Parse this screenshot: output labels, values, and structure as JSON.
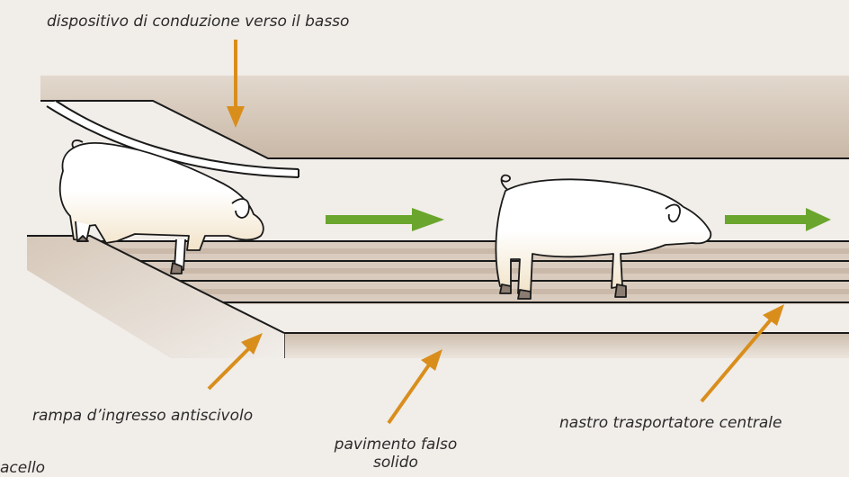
{
  "labels": {
    "downward_guide": "dispositivo di conduzione verso il basso",
    "entry_ramp": "rampa d’ingresso antiscivolo",
    "false_floor_line1": "pavimento falso",
    "false_floor_line2": "solido",
    "central_conveyor": "nastro trasportatore centrale",
    "cut_off_label": "acello"
  },
  "colors": {
    "background": "#f1ede9",
    "callout_arrow": "#d98e1c",
    "flow_arrow": "#6aa52d",
    "surface_brown": "#d2c3b3",
    "outline": "#1a1a1a",
    "pig_body": "#ffffff",
    "pig_shadow": "#f3e6cf"
  },
  "icons": {
    "flow_arrow_1": "arrow-right-icon",
    "flow_arrow_2": "arrow-right-icon"
  }
}
